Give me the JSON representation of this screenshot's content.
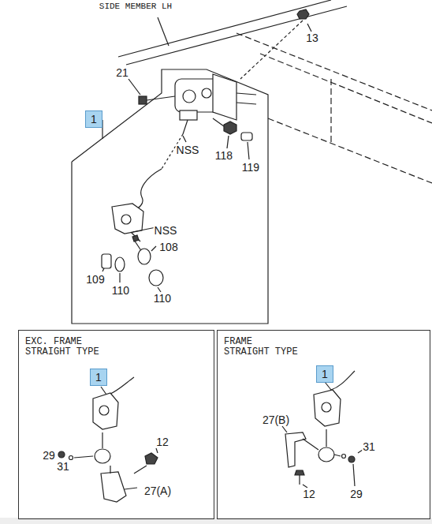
{
  "diagram": {
    "nodes": [
      {
        "text": [
          "1"
        ]
      },
      {
        "text": [
          "EXC. FRAME STRAIGHT TYPE"
        ]
      },
      {
        "text": [
          "1"
        ],
        "in": 1
      },
      {
        "text": [
          "FRAME STRAIGHT TYPE"
        ]
      },
      {
        "text": [
          "1"
        ],
        "in": 3
      }
    ],
    "labels": [
      "SIDE MEMBER LH",
      "13",
      "21",
      "NSS",
      "118",
      "119",
      "NSS",
      "108",
      "109",
      "110",
      "110",
      "29",
      "31",
      "12",
      "27(A)",
      "27(B)",
      "31",
      "12",
      "29"
    ]
  }
}
